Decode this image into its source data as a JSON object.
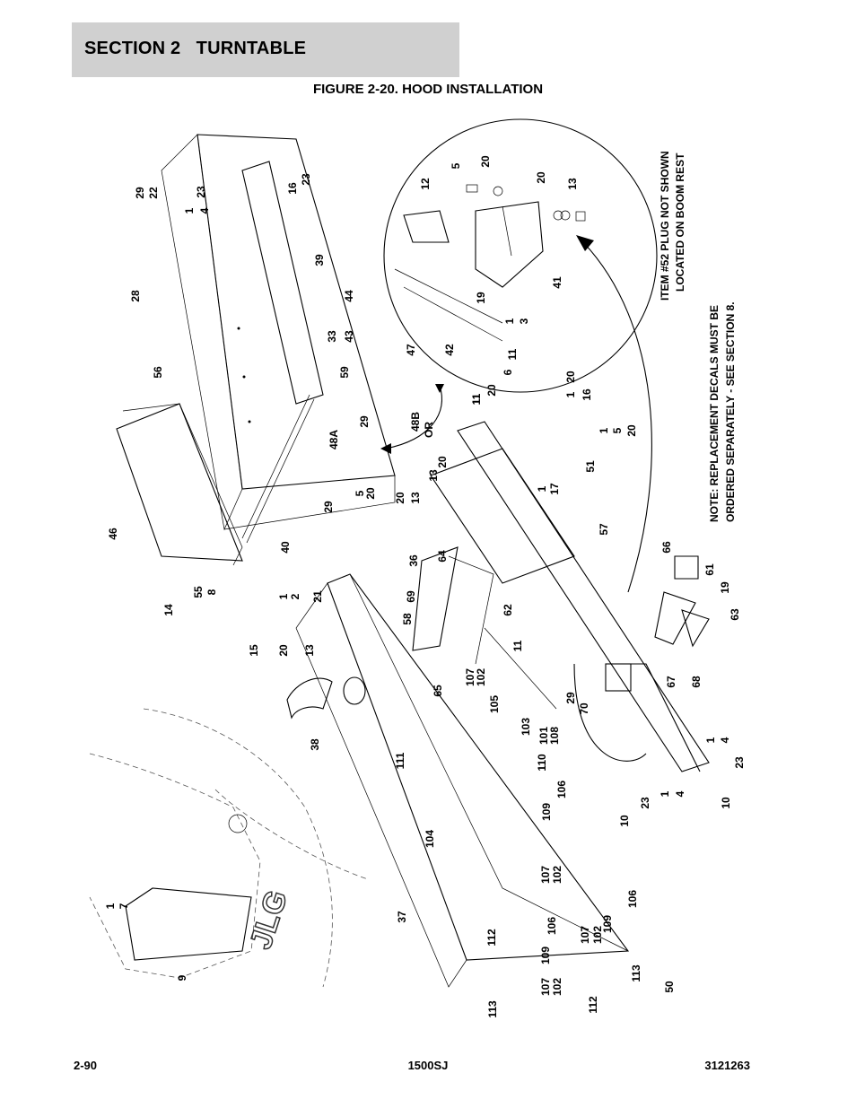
{
  "header": {
    "title": "SECTION 2   TURNTABLE"
  },
  "figure_title": "FIGURE 2-20. HOOD INSTALLATION",
  "notes": {
    "plug": [
      "ITEM #52 PLUG NOT SHOWN",
      "LOCATED ON BOOM REST"
    ],
    "decals": [
      "NOTE:  REPLACEMENT DECALS MUST BE",
      "ORDERED SEPARATELY - SEE SECTION 8."
    ]
  },
  "labels": {
    "or": "OR",
    "callouts": [
      "29",
      "22",
      "1",
      "4",
      "23",
      "16",
      "23",
      "28",
      "39",
      "44",
      "33",
      "43",
      "59",
      "47",
      "42",
      "56",
      "29",
      "48B",
      "48A",
      "29",
      "5",
      "20",
      "20",
      "13",
      "46",
      "55",
      "8",
      "14",
      "40",
      "12",
      "5",
      "20",
      "20",
      "13",
      "41",
      "19",
      "1",
      "3",
      "11",
      "6",
      "11",
      "20",
      "1",
      "16",
      "20",
      "1",
      "5",
      "20",
      "51",
      "20",
      "13",
      "11",
      "1",
      "17",
      "57",
      "36",
      "64",
      "69",
      "66",
      "61",
      "19",
      "63",
      "67",
      "68",
      "1",
      "2",
      "21",
      "58",
      "62",
      "11",
      "15",
      "20",
      "13",
      "65",
      "107",
      "102",
      "105",
      "29",
      "70",
      "103",
      "101",
      "108",
      "110",
      "111",
      "38",
      "104",
      "106",
      "109",
      "10",
      "23",
      "1",
      "4",
      "1",
      "4",
      "23",
      "10",
      "107",
      "102",
      "106",
      "109",
      "107",
      "102",
      "112",
      "109",
      "106",
      "107",
      "102",
      "112",
      "113",
      "113",
      "50",
      "37",
      "1",
      "7",
      "9"
    ]
  },
  "footer": {
    "page": "2-90",
    "model": "1500SJ",
    "doc": "3121263"
  }
}
